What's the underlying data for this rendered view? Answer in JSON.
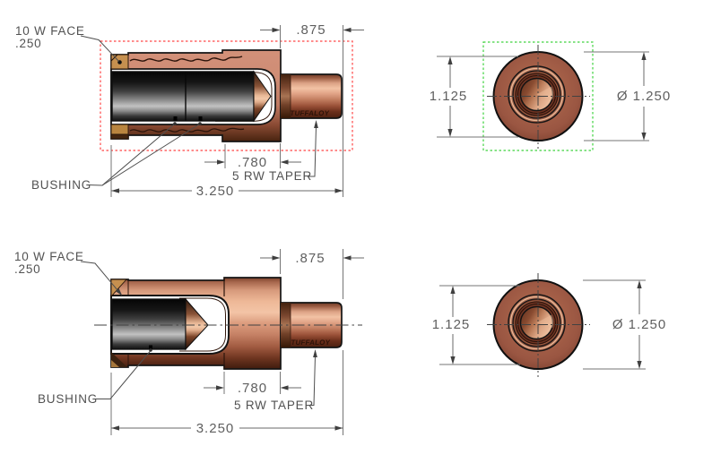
{
  "drawing": {
    "labels": {
      "face": "10 W FACE",
      "face_thickness": ".250",
      "bushing": "BUSHING",
      "taper": "5 RW TAPER",
      "brand": "TUFFALOY"
    },
    "dimensions": {
      "shank_length": ".875",
      "cavity_depth": ".780",
      "overall_length": "3.250",
      "height": "1.125",
      "diameter": "Ø 1.250"
    },
    "colors": {
      "selection_box_red": "#ff4545",
      "selection_box_green": "#3fd23f",
      "copper_light": "#f2c2a4",
      "copper_mid": "#c7826c",
      "copper_dark": "#6b2f1d",
      "tungsten_face_tan": "#c6904f",
      "bore_silver": "#c2c2c2",
      "dimension_text_gray": "#5f5f5f"
    }
  }
}
